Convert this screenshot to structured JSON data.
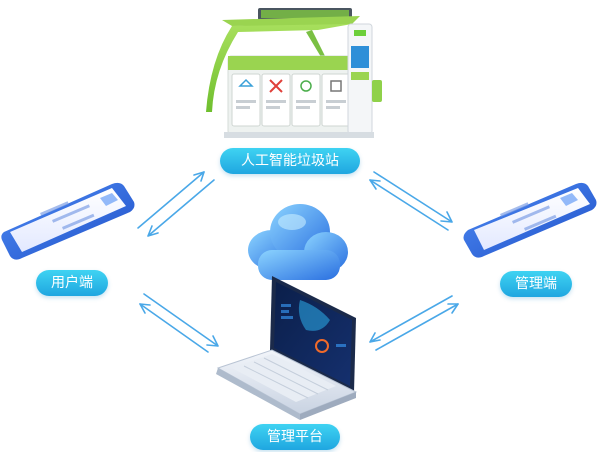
{
  "nodes": {
    "station": {
      "label": "人工智能垃圾站"
    },
    "user_app": {
      "label": "用户端"
    },
    "admin_app": {
      "label": "管理端"
    },
    "platform": {
      "label": "管理平台"
    }
  },
  "colors": {
    "pill_gradient_top": "#3fd3f2",
    "pill_gradient_bottom": "#1fa6e0",
    "arrow": "#4aa8e8",
    "station_green": "#8fd14a",
    "phone_blue": "#2f6fe0",
    "cloud_blue": "#3d8fe8",
    "laptop_silver": "#dfe6ef"
  },
  "icons": [
    "trash-station-illustration",
    "phone-illustration",
    "cloud-illustration",
    "laptop-illustration",
    "bidirectional-arrow"
  ]
}
